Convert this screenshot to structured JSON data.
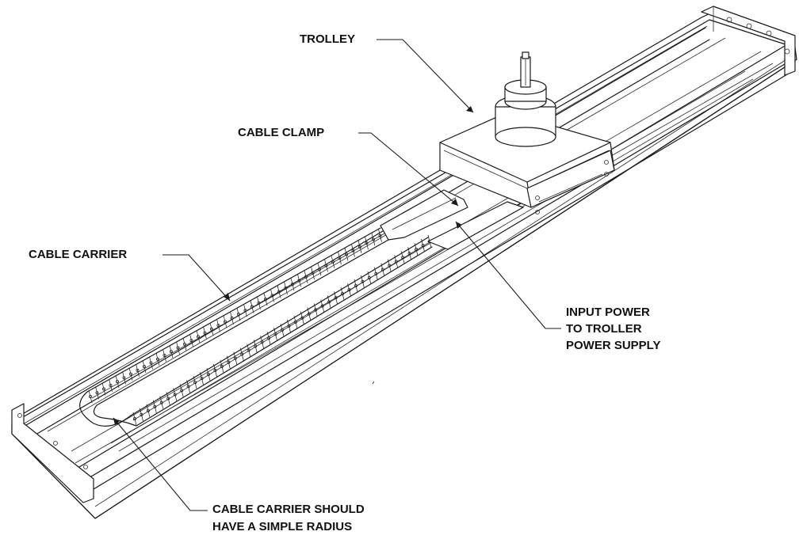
{
  "labels": {
    "trolley": "TROLLEY",
    "cable_clamp": "CABLE CLAMP",
    "cable_carrier": "CABLE CARRIER",
    "input_power_line1": "INPUT POWER",
    "input_power_line2": "TO TROLLER",
    "input_power_line3": "POWER SUPPLY",
    "radius_note_line1": "CABLE CARRIER SHOULD",
    "radius_note_line2": "HAVE A SIMPLE RADIUS"
  },
  "colors": {
    "line": "#1a1a1a",
    "background": "#ffffff"
  }
}
